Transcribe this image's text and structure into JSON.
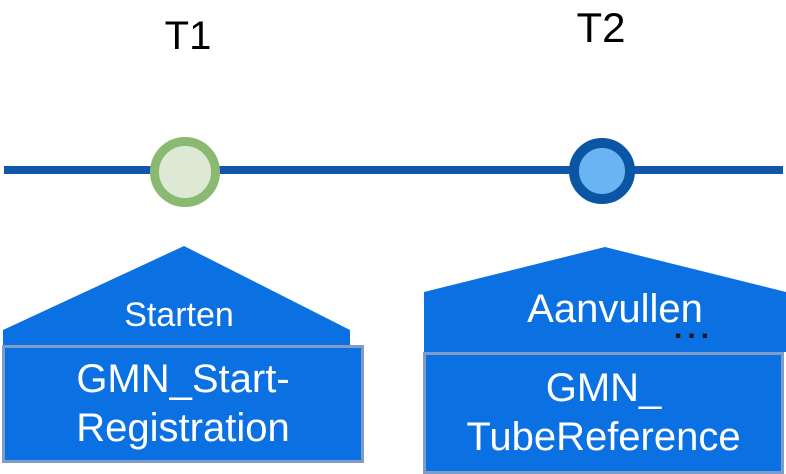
{
  "diagram": {
    "type": "timeline",
    "background": "#ffffff",
    "axis_color": "#1057a8",
    "colors": {
      "event_shape_fill": "#0b70e1",
      "box_border": "#7f9cc7",
      "text_on_blue": "#ffffff",
      "label_text": "#000000",
      "node_t1_border": "#8aba71",
      "node_t1_fill": "#dde9d4",
      "node_t2_border": "#0a56a5",
      "node_t2_fill": "#6ab4f3"
    },
    "events": [
      {
        "time_label": "T1",
        "action": "Starten",
        "message_lines": [
          "GMN_Start-",
          "Registration"
        ]
      },
      {
        "time_label": "T2",
        "action": "Aanvullen",
        "ellipsis": "...",
        "message_lines": [
          "GMN_",
          "TubeReference"
        ]
      }
    ]
  }
}
